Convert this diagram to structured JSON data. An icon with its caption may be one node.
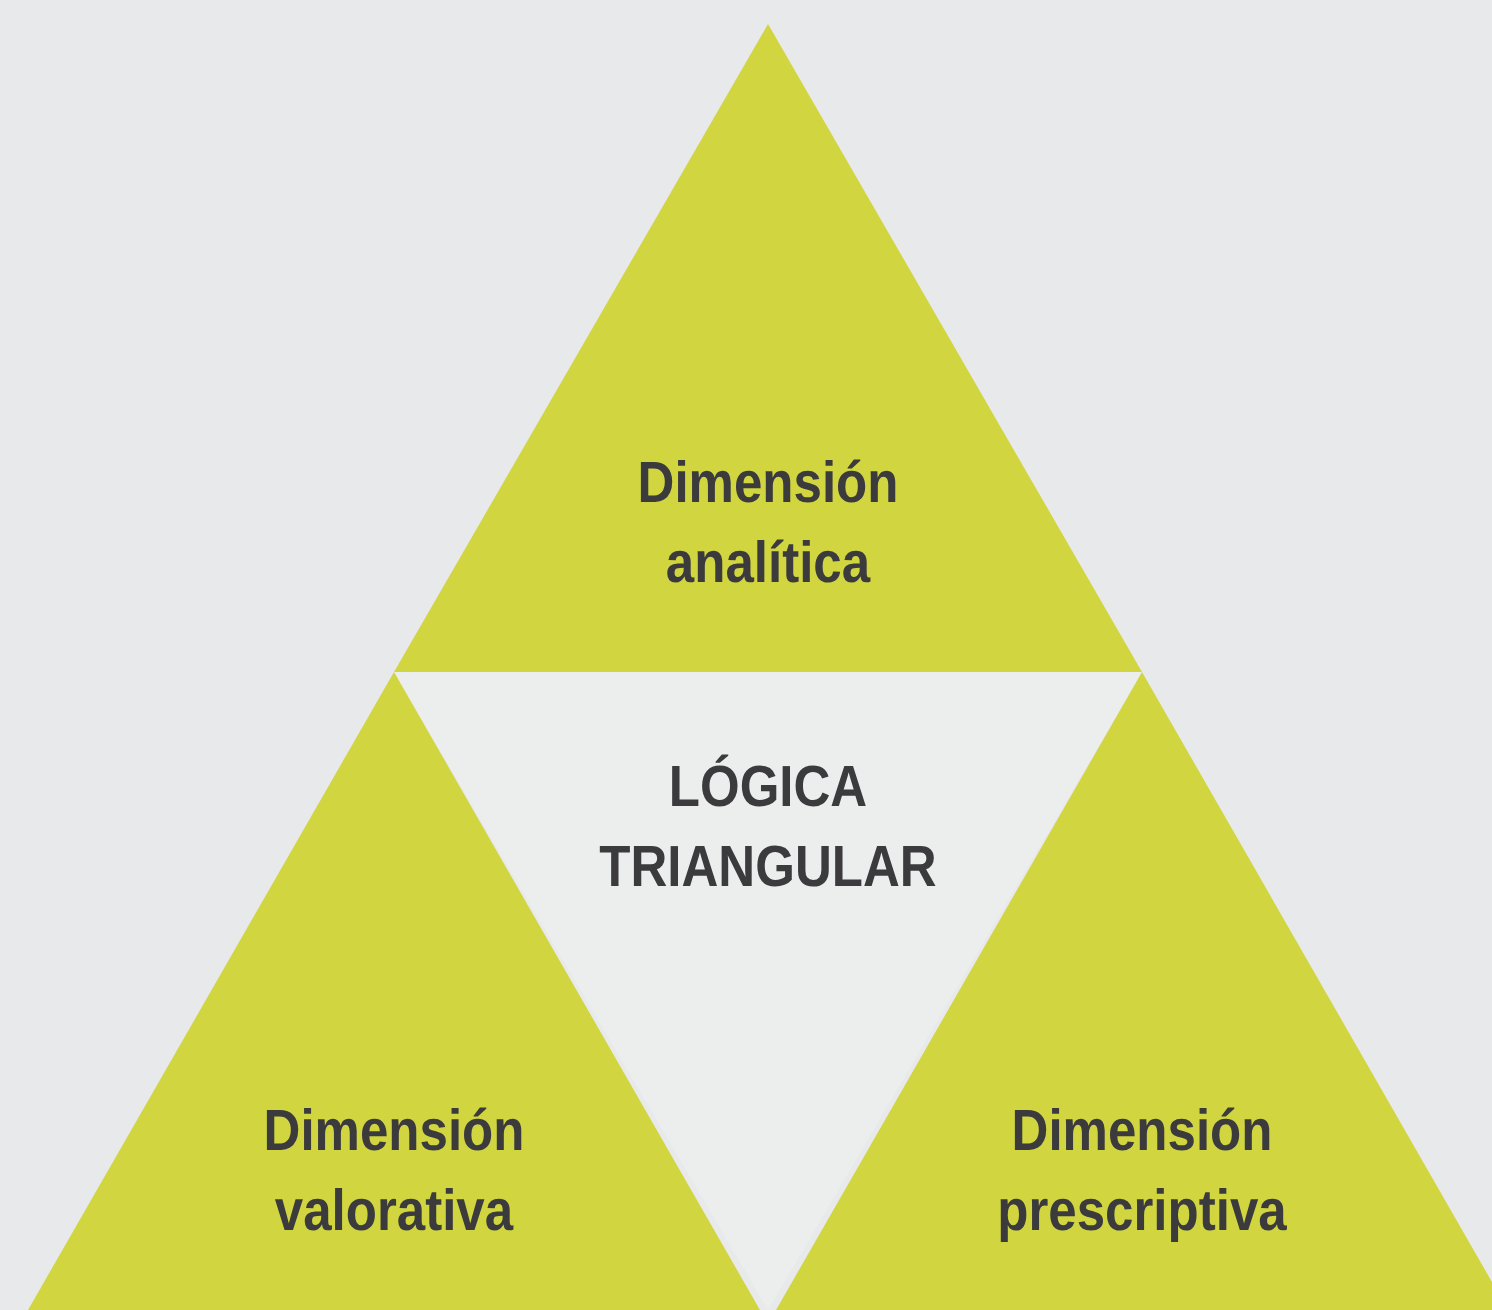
{
  "diagram": {
    "nodes": [
      {
        "text": [
          "Dimensión analítica"
        ]
      },
      {
        "text": [
          "LÓGICA TRIANGULAR"
        ]
      },
      {
        "text": [
          "Dimensión valorativa"
        ]
      },
      {
        "text": [
          "Dimensión prescriptiva"
        ]
      }
    ]
  }
}
